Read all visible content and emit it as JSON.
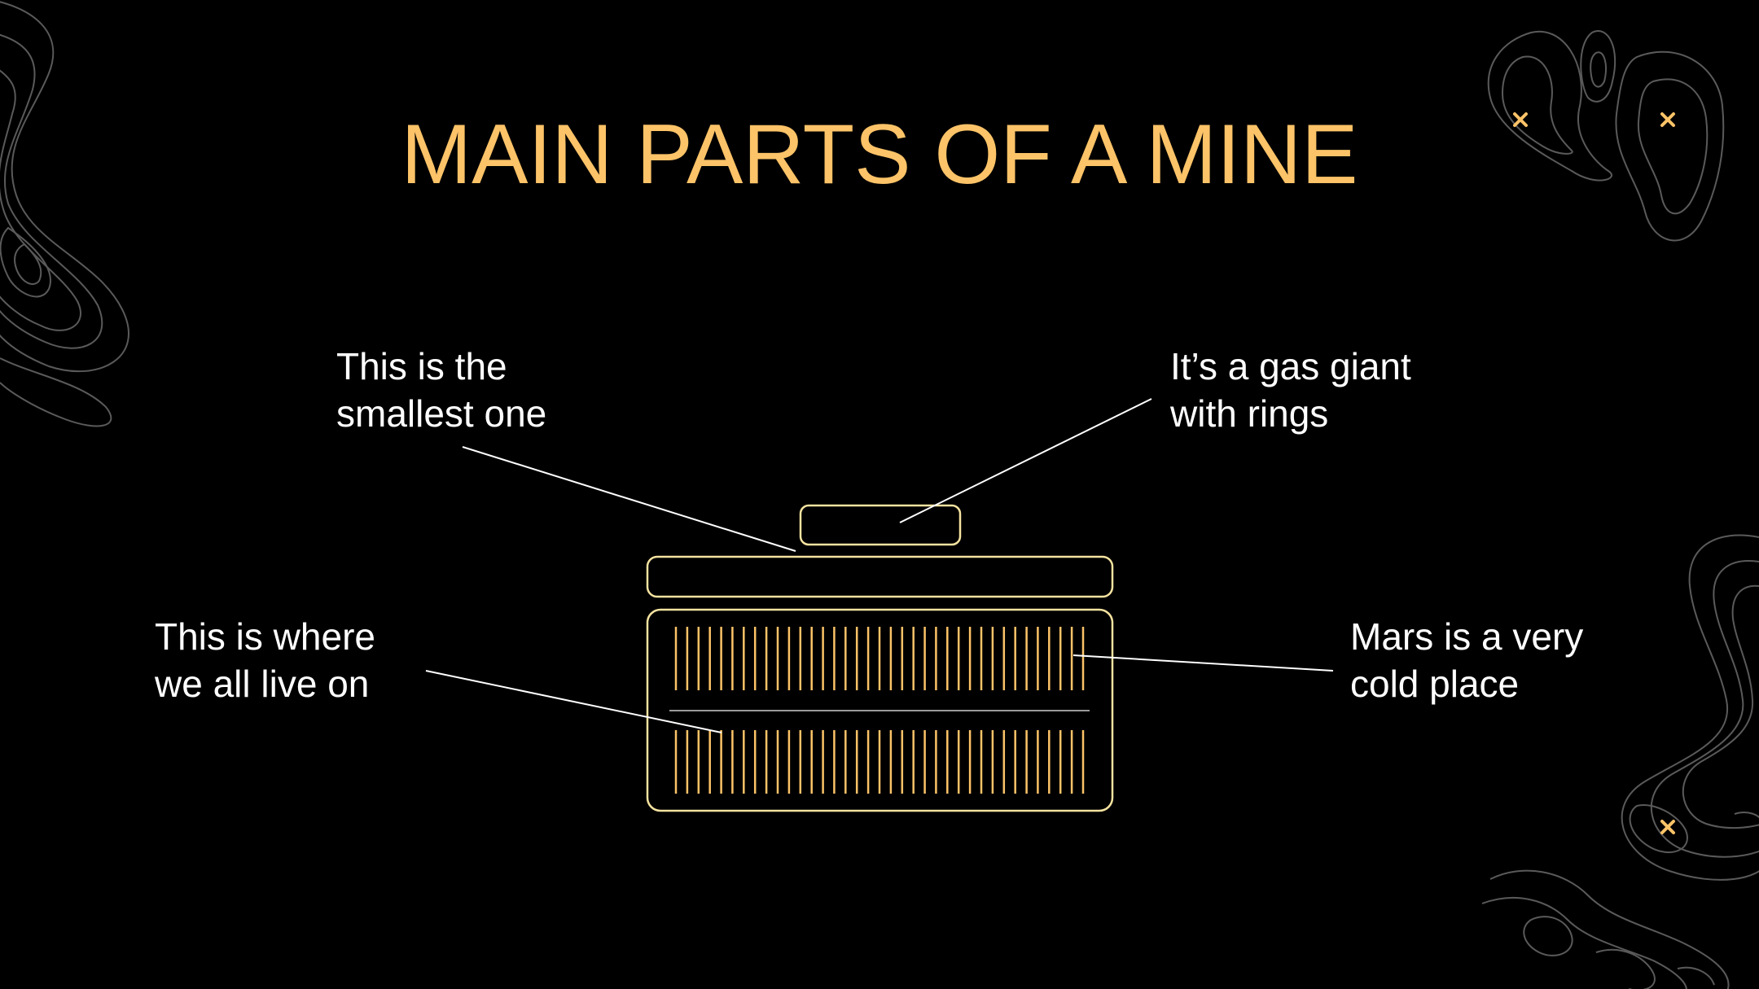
{
  "slide": {
    "title": "MAIN PARTS OF A MINE",
    "labels": {
      "top_left": [
        "This is the",
        "smallest one"
      ],
      "top_right": [
        "It’s a gas giant",
        "with rings"
      ],
      "bottom_left": [
        "This is where",
        "we all live on"
      ],
      "bottom_right": [
        "Mars is a very",
        "cold place"
      ]
    }
  },
  "colors": {
    "background": "#000000",
    "accent": "#fcc368",
    "outline": "#f5e3a0",
    "text": "#ffffff",
    "contour": "#5a5a5a"
  },
  "icons": [
    "contour-map-decoration",
    "cross-marker-icon"
  ]
}
